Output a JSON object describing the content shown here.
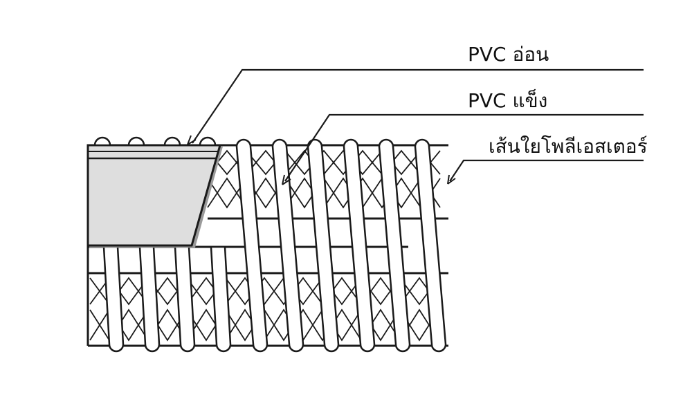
{
  "labels": {
    "soft_pvc": "PVC อ่อน",
    "rigid_pvc": "PVC แข็ง",
    "polyester_yarn": "เส้นใยโพลีเอสเตอร์"
  },
  "colors": {
    "line": "#1a1a1a",
    "cutaway_fill": "#dedede",
    "background": "#ffffff"
  }
}
